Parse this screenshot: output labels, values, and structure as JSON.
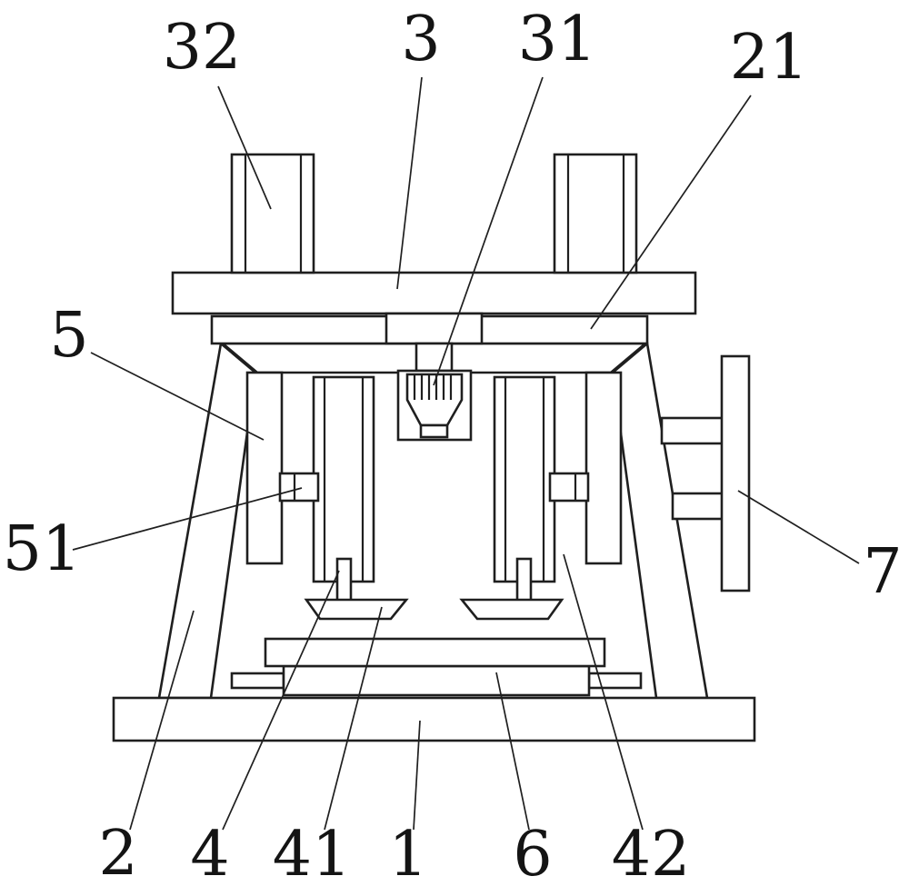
{
  "figure": {
    "background": "#ffffff",
    "line_color": "#1f1f1f"
  },
  "labels": {
    "l32": "32",
    "l3": "3",
    "l31": "31",
    "l21": "21",
    "l5": "5",
    "l51": "51",
    "l7": "7",
    "l2": "2",
    "l4": "4",
    "l41": "41",
    "l1": "1",
    "l6": "6",
    "l42": "42"
  }
}
